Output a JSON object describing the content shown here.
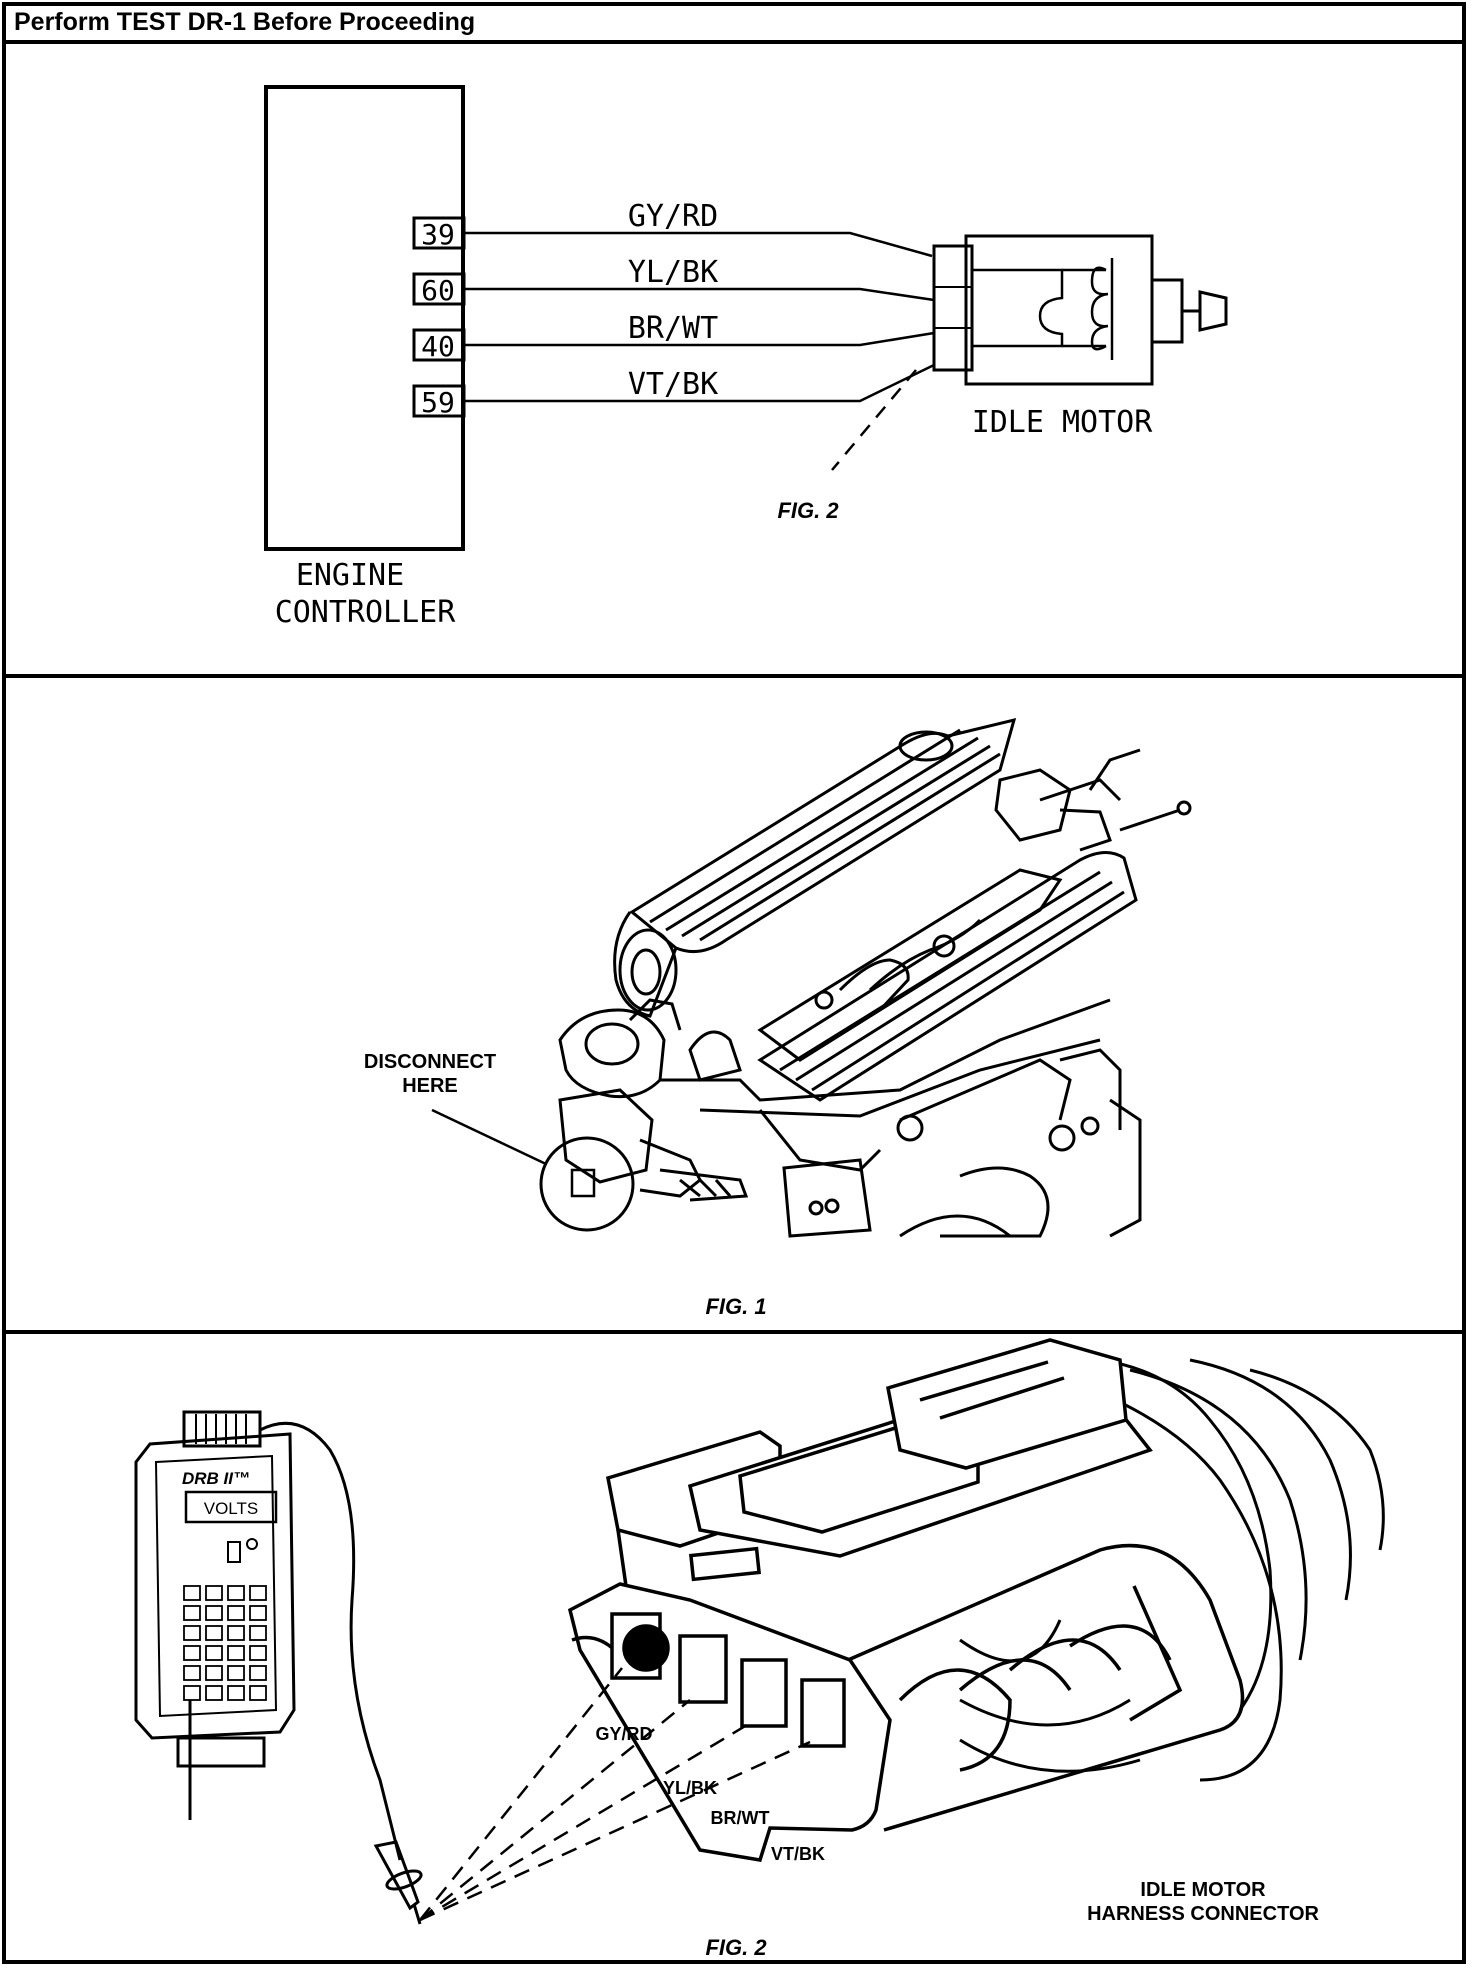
{
  "header": {
    "title": "Perform TEST DR-1 Before Proceeding"
  },
  "schematic": {
    "controller_label": [
      "ENGINE",
      "CONTROLLER"
    ],
    "pins": [
      {
        "number": "39",
        "wire": "GY/RD"
      },
      {
        "number": "60",
        "wire": "YL/BK"
      },
      {
        "number": "40",
        "wire": "BR/WT"
      },
      {
        "number": "59",
        "wire": "VT/BK"
      }
    ],
    "motor_label": "IDLE MOTOR",
    "fig_ref": "FIG. 2"
  },
  "engine": {
    "callout": [
      "DISCONNECT",
      "HERE"
    ],
    "fig_caption": "FIG. 1"
  },
  "connector": {
    "tester_brand": "DRB II™",
    "tester_display": "VOLTS",
    "wire_labels": [
      "GY/RD",
      "YL/BK",
      "BR/WT",
      "VT/BK"
    ],
    "connector_label": [
      "IDLE MOTOR",
      "HARNESS CONNECTOR"
    ],
    "fig_caption": "FIG. 2"
  }
}
